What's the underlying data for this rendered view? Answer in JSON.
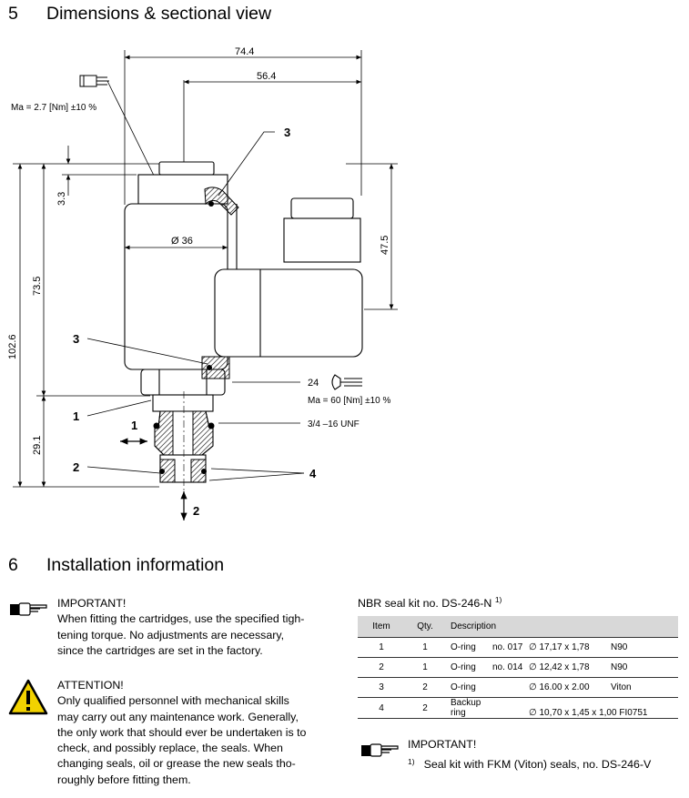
{
  "section5": {
    "number": "5",
    "title": "Dimensions & sectional view"
  },
  "drawing": {
    "dim_total_width": "74.4",
    "dim_inner_width": "56.4",
    "torque_top": "Ma = 2.7 [Nm] ±10 %",
    "dim_3_3": "3.3",
    "dim_diameter": "Ø 36",
    "dim_47_5": "47.5",
    "dim_73_5": "73.5",
    "dim_102_6": "102.6",
    "dim_29_1": "29.1",
    "wrench_size": "24",
    "torque_bottom": "Ma = 60 [Nm] ±10 %",
    "thread": "3/4 –16 UNF",
    "callouts": {
      "seal_upper": "3",
      "seal_lower": "3",
      "port_1": "1",
      "port_1_arrow": "1",
      "port_2": "2",
      "port_2_arrow": "2",
      "seal_4": "4"
    }
  },
  "section6": {
    "number": "6",
    "title": "Installation information"
  },
  "important_note": {
    "header": "IMPORTANT!",
    "lines": [
      "When fitting the cartridges, use the specified tigh-",
      "tening torque. No adjustments are necessary,",
      "since the cartridges are set in the factory."
    ]
  },
  "attention_note": {
    "header": "ATTENTION!",
    "lines": [
      "Only qualified personnel with mechanical skills",
      "may carry out any maintenance work. Generally,",
      "the only work that should ever be undertaken is to",
      "check, and possibly replace, the seals. When",
      "changing seals, oil or grease the new seals tho-",
      "roughly before fitting them."
    ]
  },
  "seal_kit": {
    "title": "NBR seal kit no. DS-246-N",
    "title_sup": "1)",
    "columns": [
      "Item",
      "Qty.",
      "Description"
    ],
    "rows": [
      {
        "item": "1",
        "qty": "1",
        "name": "O-ring",
        "no": "no. 017",
        "size": "∅ 17,17 x 1,78",
        "material": "N90"
      },
      {
        "item": "2",
        "qty": "1",
        "name": "O-ring",
        "no": "no. 014",
        "size": "∅ 12,42 x 1,78",
        "material": "N90"
      },
      {
        "item": "3",
        "qty": "2",
        "name": "O-ring",
        "no": "",
        "size": "∅ 16.00 x 2.00",
        "material": "Viton"
      },
      {
        "item": "4",
        "qty": "2",
        "name": "Backup ring",
        "no": "",
        "size": "∅ 10,70 x 1,45 x 1,00 FI0751",
        "material": ""
      }
    ]
  },
  "important_note_2": {
    "header": "IMPORTANT!"
  },
  "footnote": {
    "marker": "1)",
    "text": "Seal kit with FKM (Viton) seals, no. DS-246-V"
  },
  "icons": {
    "hand": "pointing-hand-icon",
    "warning": "warning-triangle-icon"
  }
}
